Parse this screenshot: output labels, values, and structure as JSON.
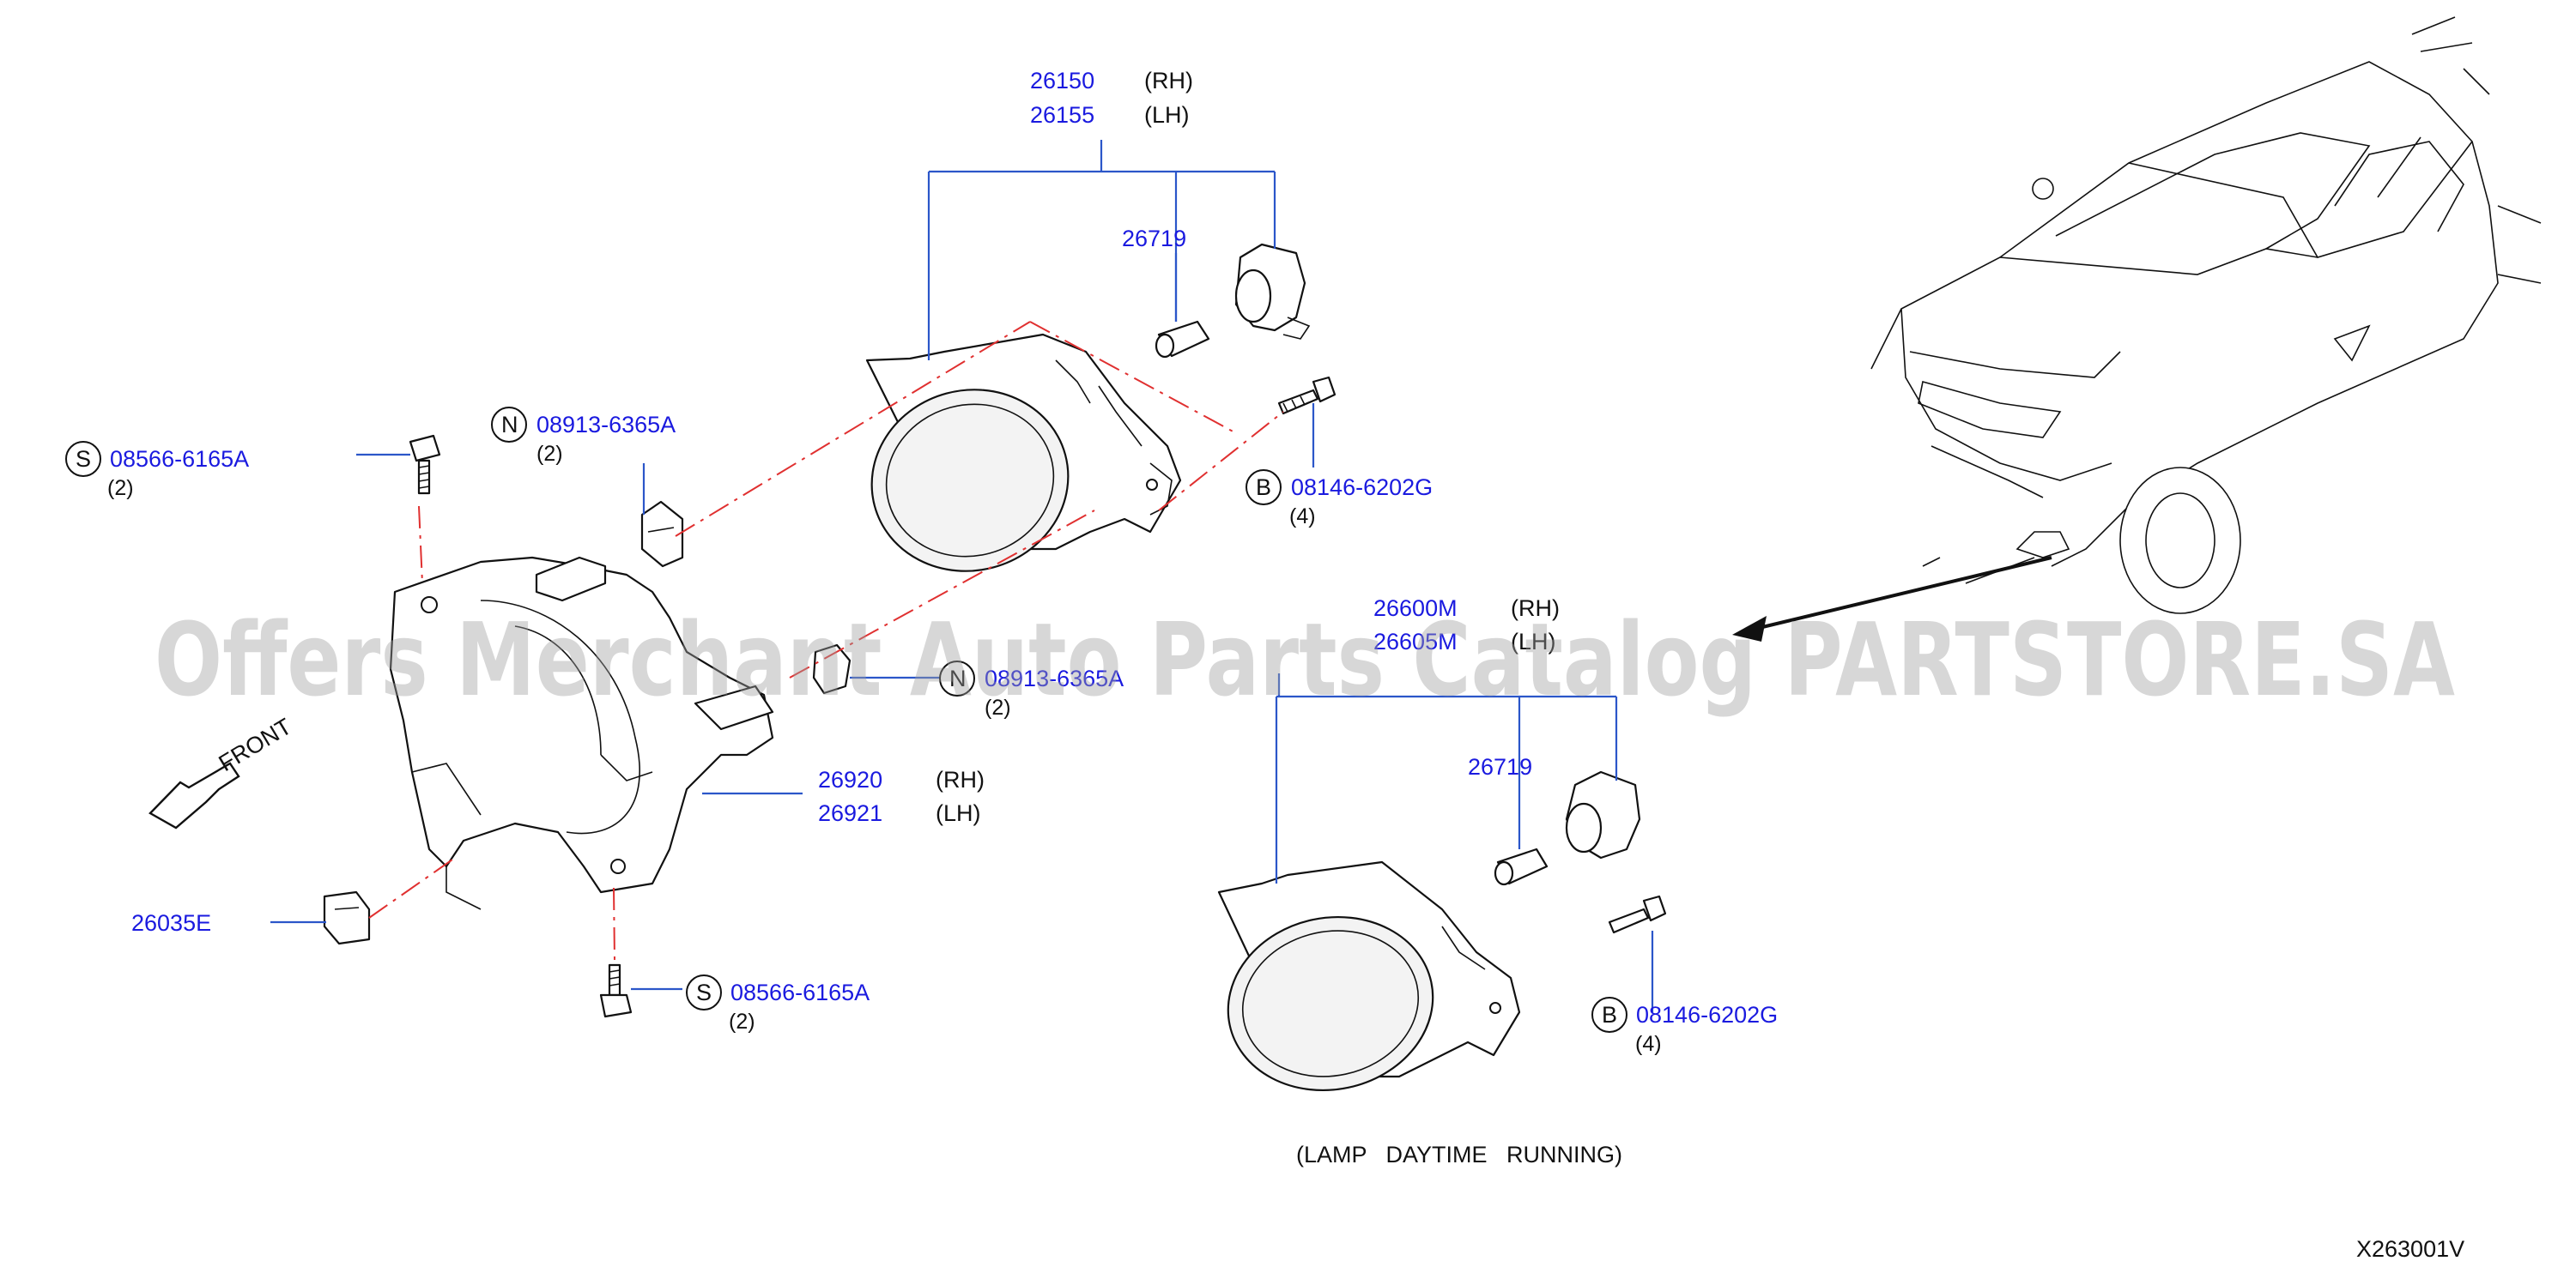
{
  "headlamp_assembly": {
    "part_no_rh": "26150",
    "part_no_lh": "26155",
    "side_rh": "(RH)",
    "side_lh": "(LH)"
  },
  "bulb_upper": {
    "part_no": "26719"
  },
  "bolt_b_upper": {
    "prefix": "B",
    "part_no": "08146-6202G",
    "qty": "(4)"
  },
  "nut_n_upper": {
    "prefix": "N",
    "part_no": "08913-6365A",
    "qty": "(2)"
  },
  "screw_s_left": {
    "prefix": "S",
    "part_no": "08566-6165A",
    "qty": "(2)"
  },
  "nut_n_middle": {
    "prefix": "N",
    "part_no": "08913-6365A",
    "qty": "(2)"
  },
  "bracket": {
    "part_no_rh": "26920",
    "part_no_lh": "26921",
    "side_rh": "(RH)",
    "side_lh": "(LH)"
  },
  "clip": {
    "part_no": "26035E"
  },
  "screw_s_bottom": {
    "prefix": "S",
    "part_no": "08566-6165A",
    "qty": "(2)"
  },
  "front_label": "FRONT",
  "drl_assembly": {
    "part_no_rh": "26600M",
    "part_no_lh": "26605M",
    "side_rh": "(RH)",
    "side_lh": "(LH)"
  },
  "bulb_lower": {
    "part_no": "26719"
  },
  "bolt_b_lower": {
    "prefix": "B",
    "part_no": "08146-6202G",
    "qty": "(4)"
  },
  "drl_caption": "(LAMP   DAYTIME   RUNNING)",
  "diagram_code": "X263001V",
  "watermark": "Offers Merchant Auto Parts Catalog PARTSTORE.SA",
  "colors": {
    "part_number": "#1a1adf",
    "leader_line": "#2b56c9",
    "centerline": "#e03030",
    "outline": "#111111"
  }
}
